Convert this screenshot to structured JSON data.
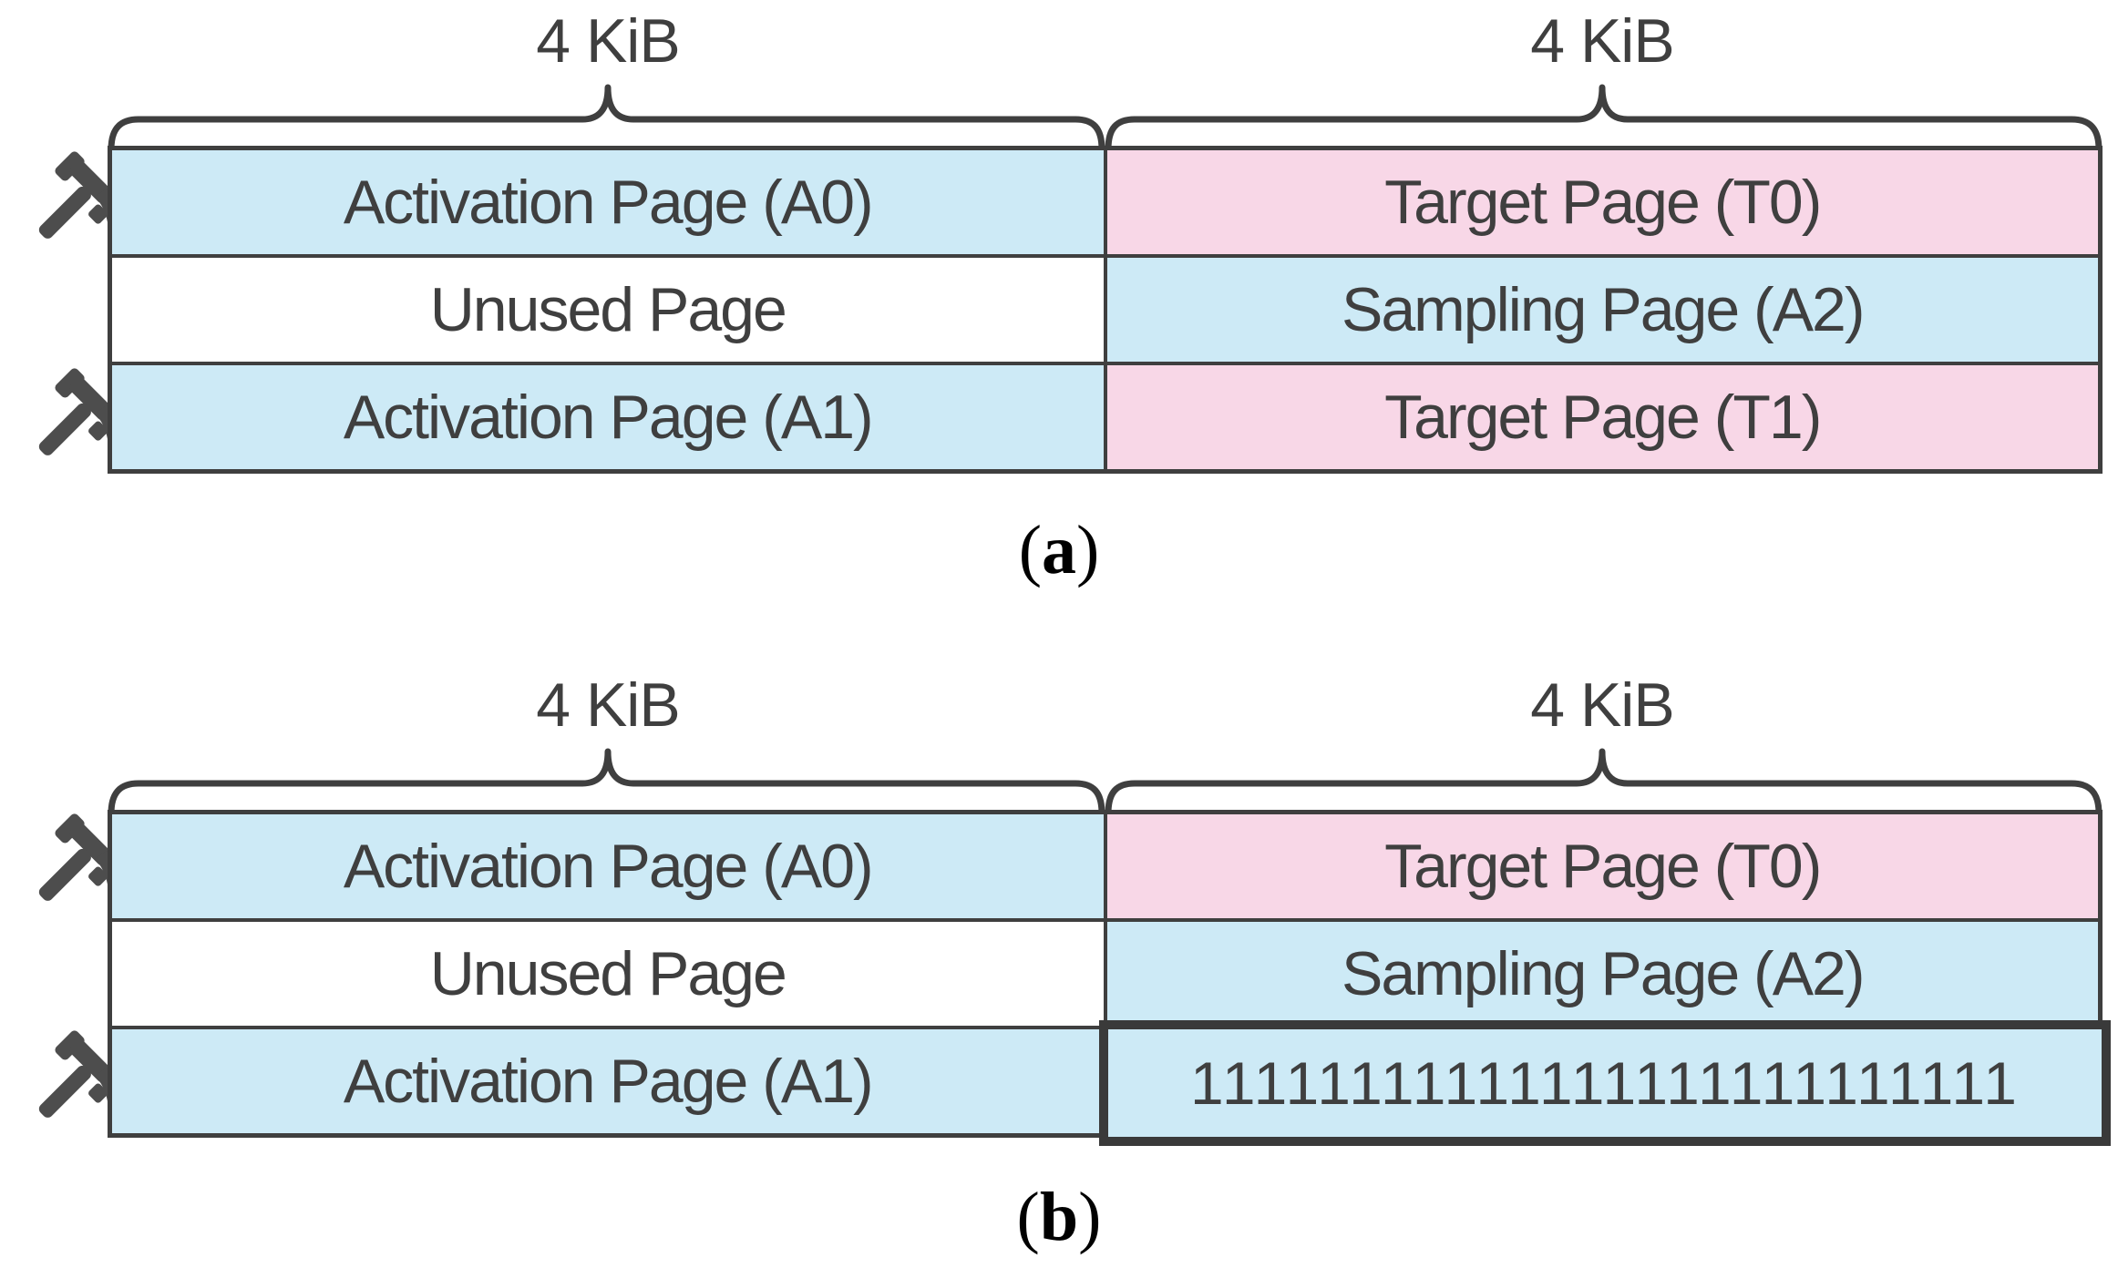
{
  "figure": {
    "background": "#ffffff",
    "colors": {
      "activation_blue": "#cdeaf6",
      "target_pink": "#f8d7e7",
      "line_dark": "#3f3f3f",
      "text_dark": "#3f3f3f",
      "hammer_gray": "#4d4d4d",
      "ones_border": "#3a3a3a"
    },
    "sections": [
      {
        "id": "a",
        "caption_open": "(",
        "caption_letter": "a",
        "caption_close": ")",
        "size_labels": [
          "4 KiB",
          "4 KiB"
        ],
        "rows": [
          {
            "left": "Activation Page (A0)",
            "right": "Target Page (T0)",
            "hammered": true
          },
          {
            "left": "Unused Page",
            "right": "Sampling Page (A2)",
            "hammered": false
          },
          {
            "left": "Activation Page (A1)",
            "right": "Target Page (T1)",
            "hammered": true
          }
        ]
      },
      {
        "id": "b",
        "caption_open": "(",
        "caption_letter": "b",
        "caption_close": ")",
        "size_labels": [
          "4 KiB",
          "4 KiB"
        ],
        "rows": [
          {
            "left": "Activation Page (A0)",
            "right": "Target Page (T0)",
            "hammered": true
          },
          {
            "left": "Unused Page",
            "right": "Sampling Page (A2)",
            "hammered": false
          },
          {
            "left": "Activation Page (A1)",
            "right": "11111111111111111111111111",
            "hammered": true
          }
        ]
      }
    ]
  }
}
